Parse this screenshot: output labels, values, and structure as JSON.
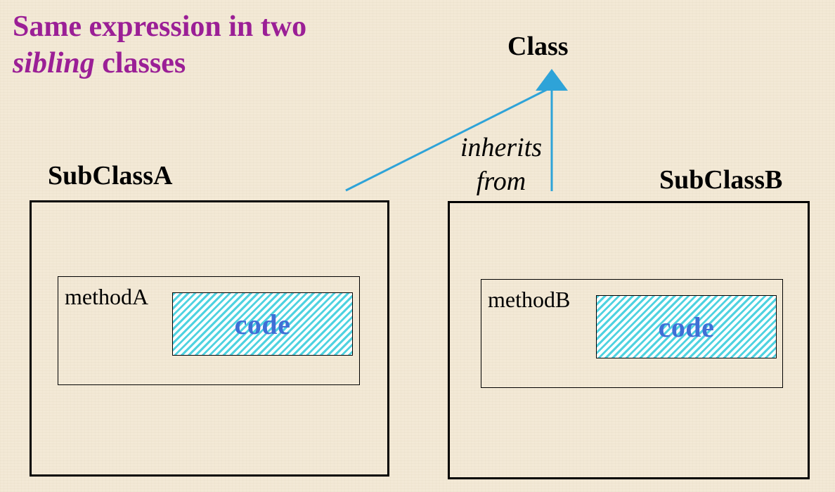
{
  "title": {
    "line1": "Same expression in two",
    "line2_em": "sibling",
    "line2_rest": "classes"
  },
  "class_label": "Class",
  "inherits": {
    "line1": "inherits",
    "line2": "from"
  },
  "subclass_a": {
    "name": "SubClassA",
    "method": "methodA",
    "code": "code"
  },
  "subclass_b": {
    "name": "SubClassB",
    "method": "methodB",
    "code": "code"
  },
  "colors": {
    "title": "#9b1f96",
    "arrow": "#2ea3d8",
    "code_text": "#3f6fd6",
    "hatch": "#4fd2e0",
    "background": "#f3e9d6"
  }
}
